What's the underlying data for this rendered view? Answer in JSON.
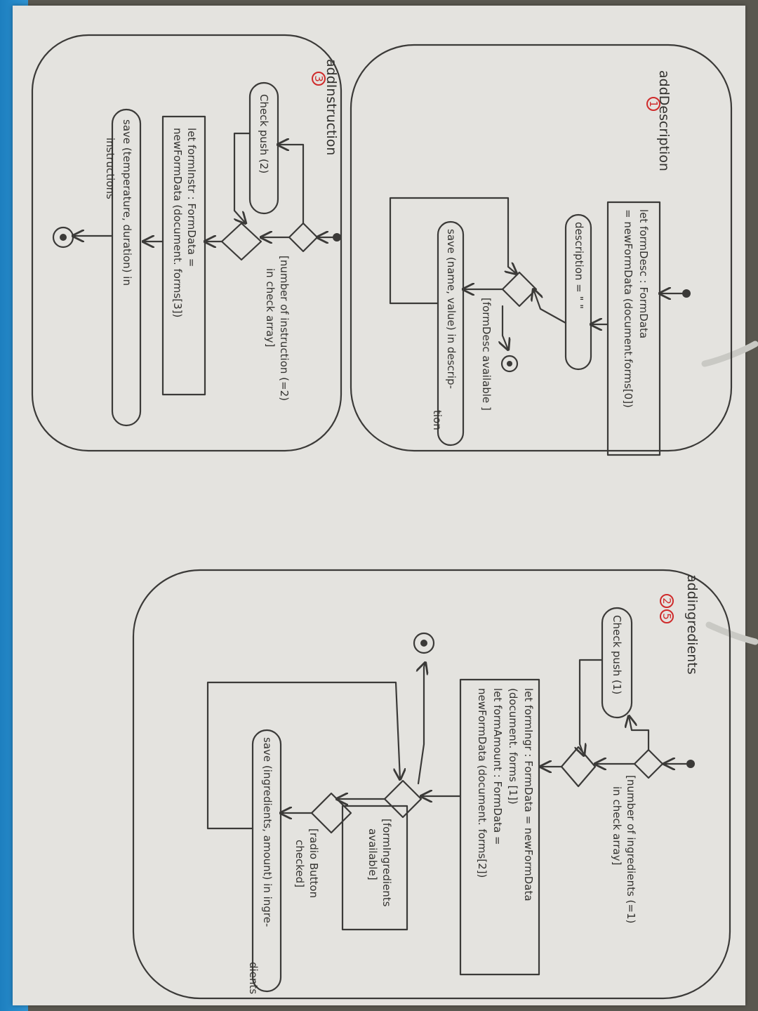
{
  "diagrams": {
    "add_description": {
      "title": "addDescription",
      "number": "1",
      "action_init_line1": "let formDesc : FormData",
      "action_init_line2": "= newFormData (document.forms[0])",
      "action_reset": "description = \" \"",
      "guard": "[formDesc available ]",
      "action_save_line1": "save (name, value) in descrip-",
      "action_save_line2": "tion"
    },
    "add_instruction": {
      "title": "addInstruction",
      "number": "3",
      "action_check": "Check push (2)",
      "guard_line1": "[number of instruction (=2)",
      "guard_line2": "in check array]",
      "action_init_line1": "let formInstr : FormData =",
      "action_init_line2": "newFormData (document. forms[3])",
      "action_save_line1": "save (temperature, duration) in",
      "action_save_line2": "instructions"
    },
    "adding_ingredients": {
      "title": "addingredients",
      "numbers": [
        "2",
        "5"
      ],
      "action_check": "Check push (1)",
      "guard_line1": "[number of ingredients (=1)",
      "guard_line2": "in check array]",
      "action_init_line1": "let formIngr : FormData = newFormData",
      "action_init_line2": "(document. forms [1])",
      "action_init_line3": "let formAmount : FormData =",
      "action_init_line4": "newFormData (document. forms[2])",
      "guard_avail_line1": "[formIngredients",
      "guard_avail_line2": "available]",
      "guard_radio_line1": "[radio Button",
      "guard_radio_line2": "checked]",
      "action_save_line1": "save (ingredients, amount) in ingre-",
      "action_save_line2": "dients"
    }
  }
}
